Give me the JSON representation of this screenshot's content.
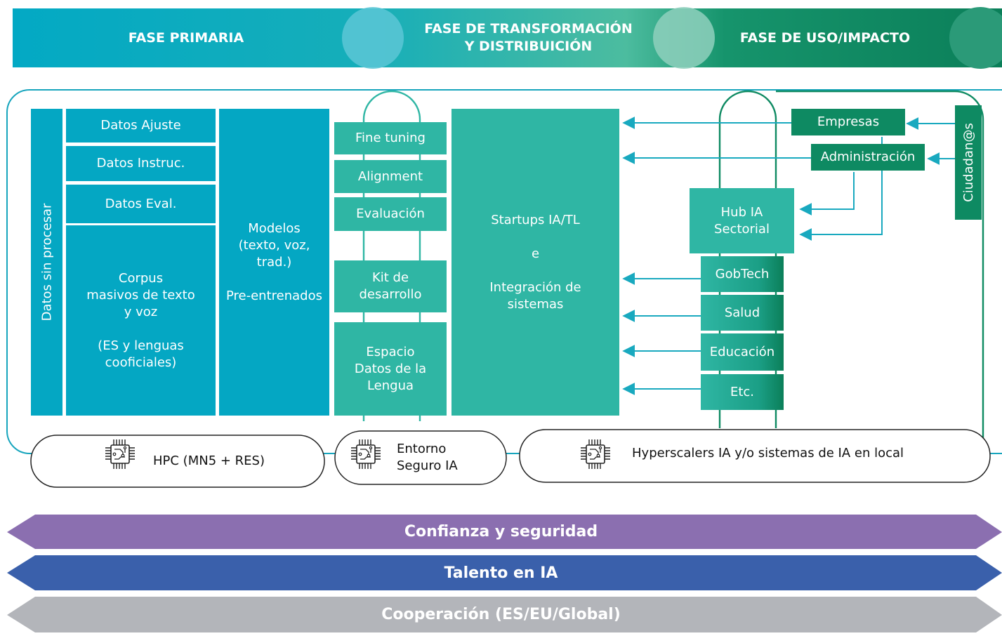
{
  "phases": {
    "primary": "FASE PRIMARIA",
    "transformation": "FASE DE TRANSFORMACIÓN\nY DISTRIBUICIÓN",
    "usage": "FASE DE USO/IMPACTO"
  },
  "primary": {
    "raw_data": "Datos sin procesar",
    "datos_ajuste": "Datos Ajuste",
    "datos_instruc": "Datos Instruc.",
    "datos_eval": "Datos Eval.",
    "corpus": "Corpus\nmasivos de texto\ny voz\n\n(ES y lenguas\ncooficiales)",
    "modelos": "Modelos\n(texto, voz,\ntrad.)\n\nPre-entrenados"
  },
  "transformation": {
    "fine_tuning": "Fine tuning",
    "alignment": "Alignment",
    "evaluacion": "Evaluación",
    "kit": "Kit de\ndesarrollo",
    "espacio": "Espacio\nDatos de la\nLengua",
    "startups": "Startups IA/TL\n\ne\n\nIntegración de\nsistemas"
  },
  "usage": {
    "empresas": "Empresas",
    "administracion": "Administración",
    "ciudadanos": "Ciudadan@s",
    "hub": "Hub IA\nSectorial",
    "sectors": [
      "GobTech",
      "Salud",
      "Educación",
      "Etc."
    ]
  },
  "infrastructure": {
    "hpc": "HPC (MN5 + RES)",
    "entorno": "Entorno\nSeguro IA",
    "hyperscalers": "Hyperscalers IA y/o sistemas de IA en local"
  },
  "bands": {
    "trust": "Confianza y seguridad",
    "talent": "Talento en IA",
    "cooperation": "Cooperación (ES/EU/Global)"
  },
  "colors": {
    "teal": "#04a7c3",
    "teal_green": "#2fb6a4",
    "green": "#0e8a62",
    "trust": "#8b6fb0",
    "talent": "#3a60ab",
    "cooperation": "#b3b5ba"
  },
  "icons": [
    "chip-icon"
  ]
}
